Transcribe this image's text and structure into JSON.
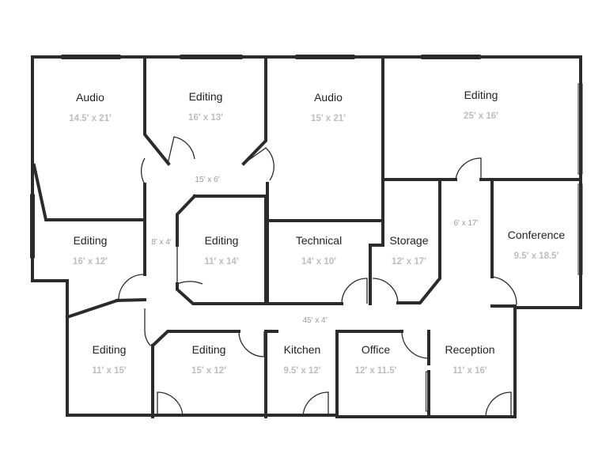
{
  "rooms": [
    {
      "id": "audio-1",
      "name": "Audio",
      "dim": "14.5′ x 21′"
    },
    {
      "id": "editing-1",
      "name": "Editing",
      "dim": "16′ x 13′"
    },
    {
      "id": "audio-2",
      "name": "Audio",
      "dim": "15′ x 21′"
    },
    {
      "id": "editing-2",
      "name": "Editing",
      "dim": "25′ x 16′"
    },
    {
      "id": "editing-3",
      "name": "Editing",
      "dim": "16′ x 12′"
    },
    {
      "id": "editing-4",
      "name": "Editing",
      "dim": "11′ x 14′"
    },
    {
      "id": "technical",
      "name": "Technical",
      "dim": "14′ x 10′"
    },
    {
      "id": "storage",
      "name": "Storage",
      "dim": "12′ x 17′"
    },
    {
      "id": "conference",
      "name": "Conference",
      "dim": "9.5′ x 18.5′"
    },
    {
      "id": "editing-5",
      "name": "Editing",
      "dim": "11′ x 15′"
    },
    {
      "id": "editing-6",
      "name": "Editing",
      "dim": "15′ x 12′"
    },
    {
      "id": "kitchen",
      "name": "Kitchen",
      "dim": "9.5′ x 12′"
    },
    {
      "id": "office",
      "name": "Office",
      "dim": "12′ x 11.5′"
    },
    {
      "id": "reception",
      "name": "Reception",
      "dim": "11′ x 16′"
    }
  ],
  "halls": [
    {
      "id": "hall-top",
      "dim": "15′ x 6′"
    },
    {
      "id": "hall-left",
      "dim": "8′ x 4′"
    },
    {
      "id": "hall-right",
      "dim": "6′ x 17′"
    },
    {
      "id": "hall-main",
      "dim": "45′ x 4′"
    }
  ],
  "colors": {
    "wall": "#2b2b2e",
    "room_name": "#222222",
    "dimension": "#bdbdbd"
  }
}
